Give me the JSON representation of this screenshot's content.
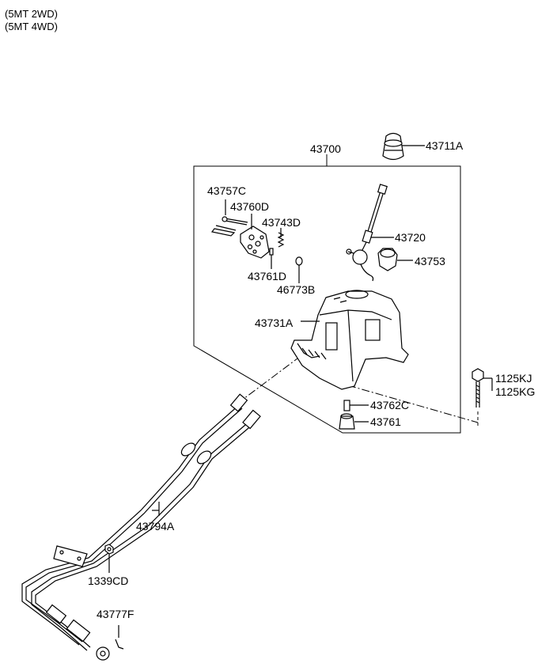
{
  "header": {
    "line1": "(5MT 2WD)",
    "line2": "(5MT 4WD)"
  },
  "parts": {
    "p43700": "43700",
    "p43711A": "43711A",
    "p43757C": "43757C",
    "p43760D": "43760D",
    "p43743D": "43743D",
    "p43720": "43720",
    "p43753": "43753",
    "p43761D": "43761D",
    "p46773B": "46773B",
    "p43731A": "43731A",
    "p1125KJ": "1125KJ",
    "p1125KG": "1125KG",
    "p43762C": "43762C",
    "p43761": "43761",
    "p43794A": "43794A",
    "p1339CD": "1339CD",
    "p43777F": "43777F"
  }
}
